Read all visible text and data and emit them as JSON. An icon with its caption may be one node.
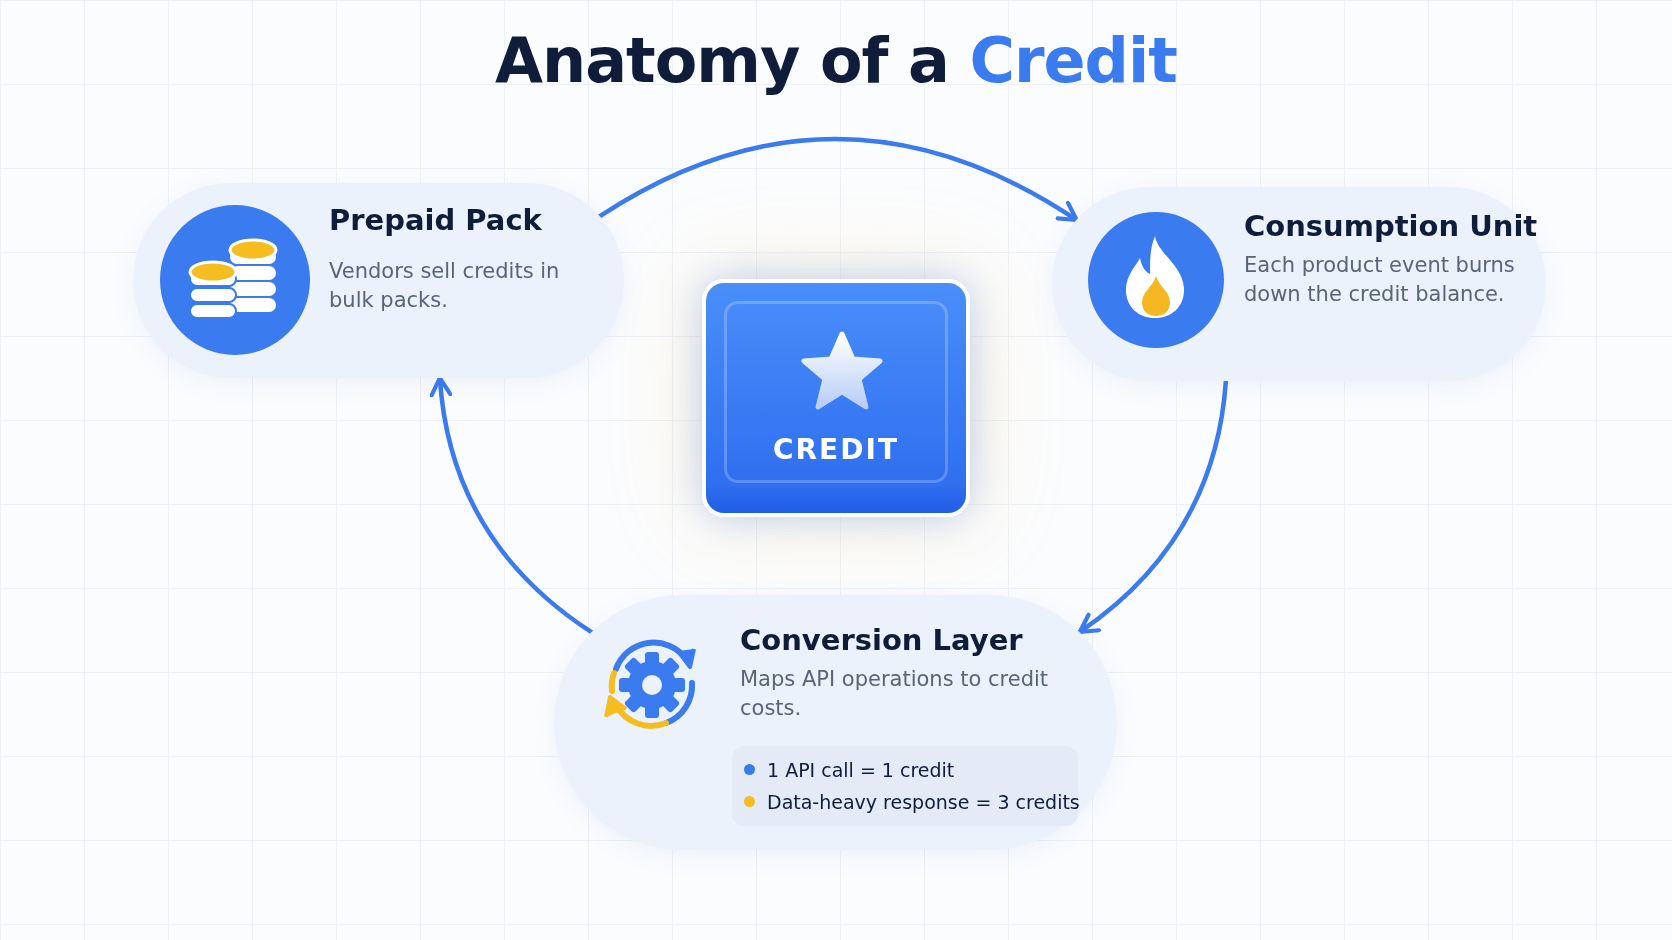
{
  "diagram": {
    "title": "Anatomy of a Credit",
    "nodes": [
      {
        "text": [
          "Prepaid Pack",
          "Vendors sell credits in bulk packs."
        ]
      },
      {
        "text": [
          "Consumption Unit",
          "Each product event burns down the credit balance."
        ]
      },
      {
        "text": [
          "Conversion Layer",
          "Maps API operations to credit costs.",
          "1 API call = 1 credit",
          "Data-heavy response = 3 credits"
        ]
      },
      {
        "text": [
          "CREDIT"
        ]
      }
    ],
    "edges": [
      {
        "from": 0,
        "to": 1,
        "arrow": "to"
      },
      {
        "from": 1,
        "to": 2,
        "arrow": "to"
      },
      {
        "from": 2,
        "to": 0,
        "arrow": "to"
      }
    ]
  }
}
